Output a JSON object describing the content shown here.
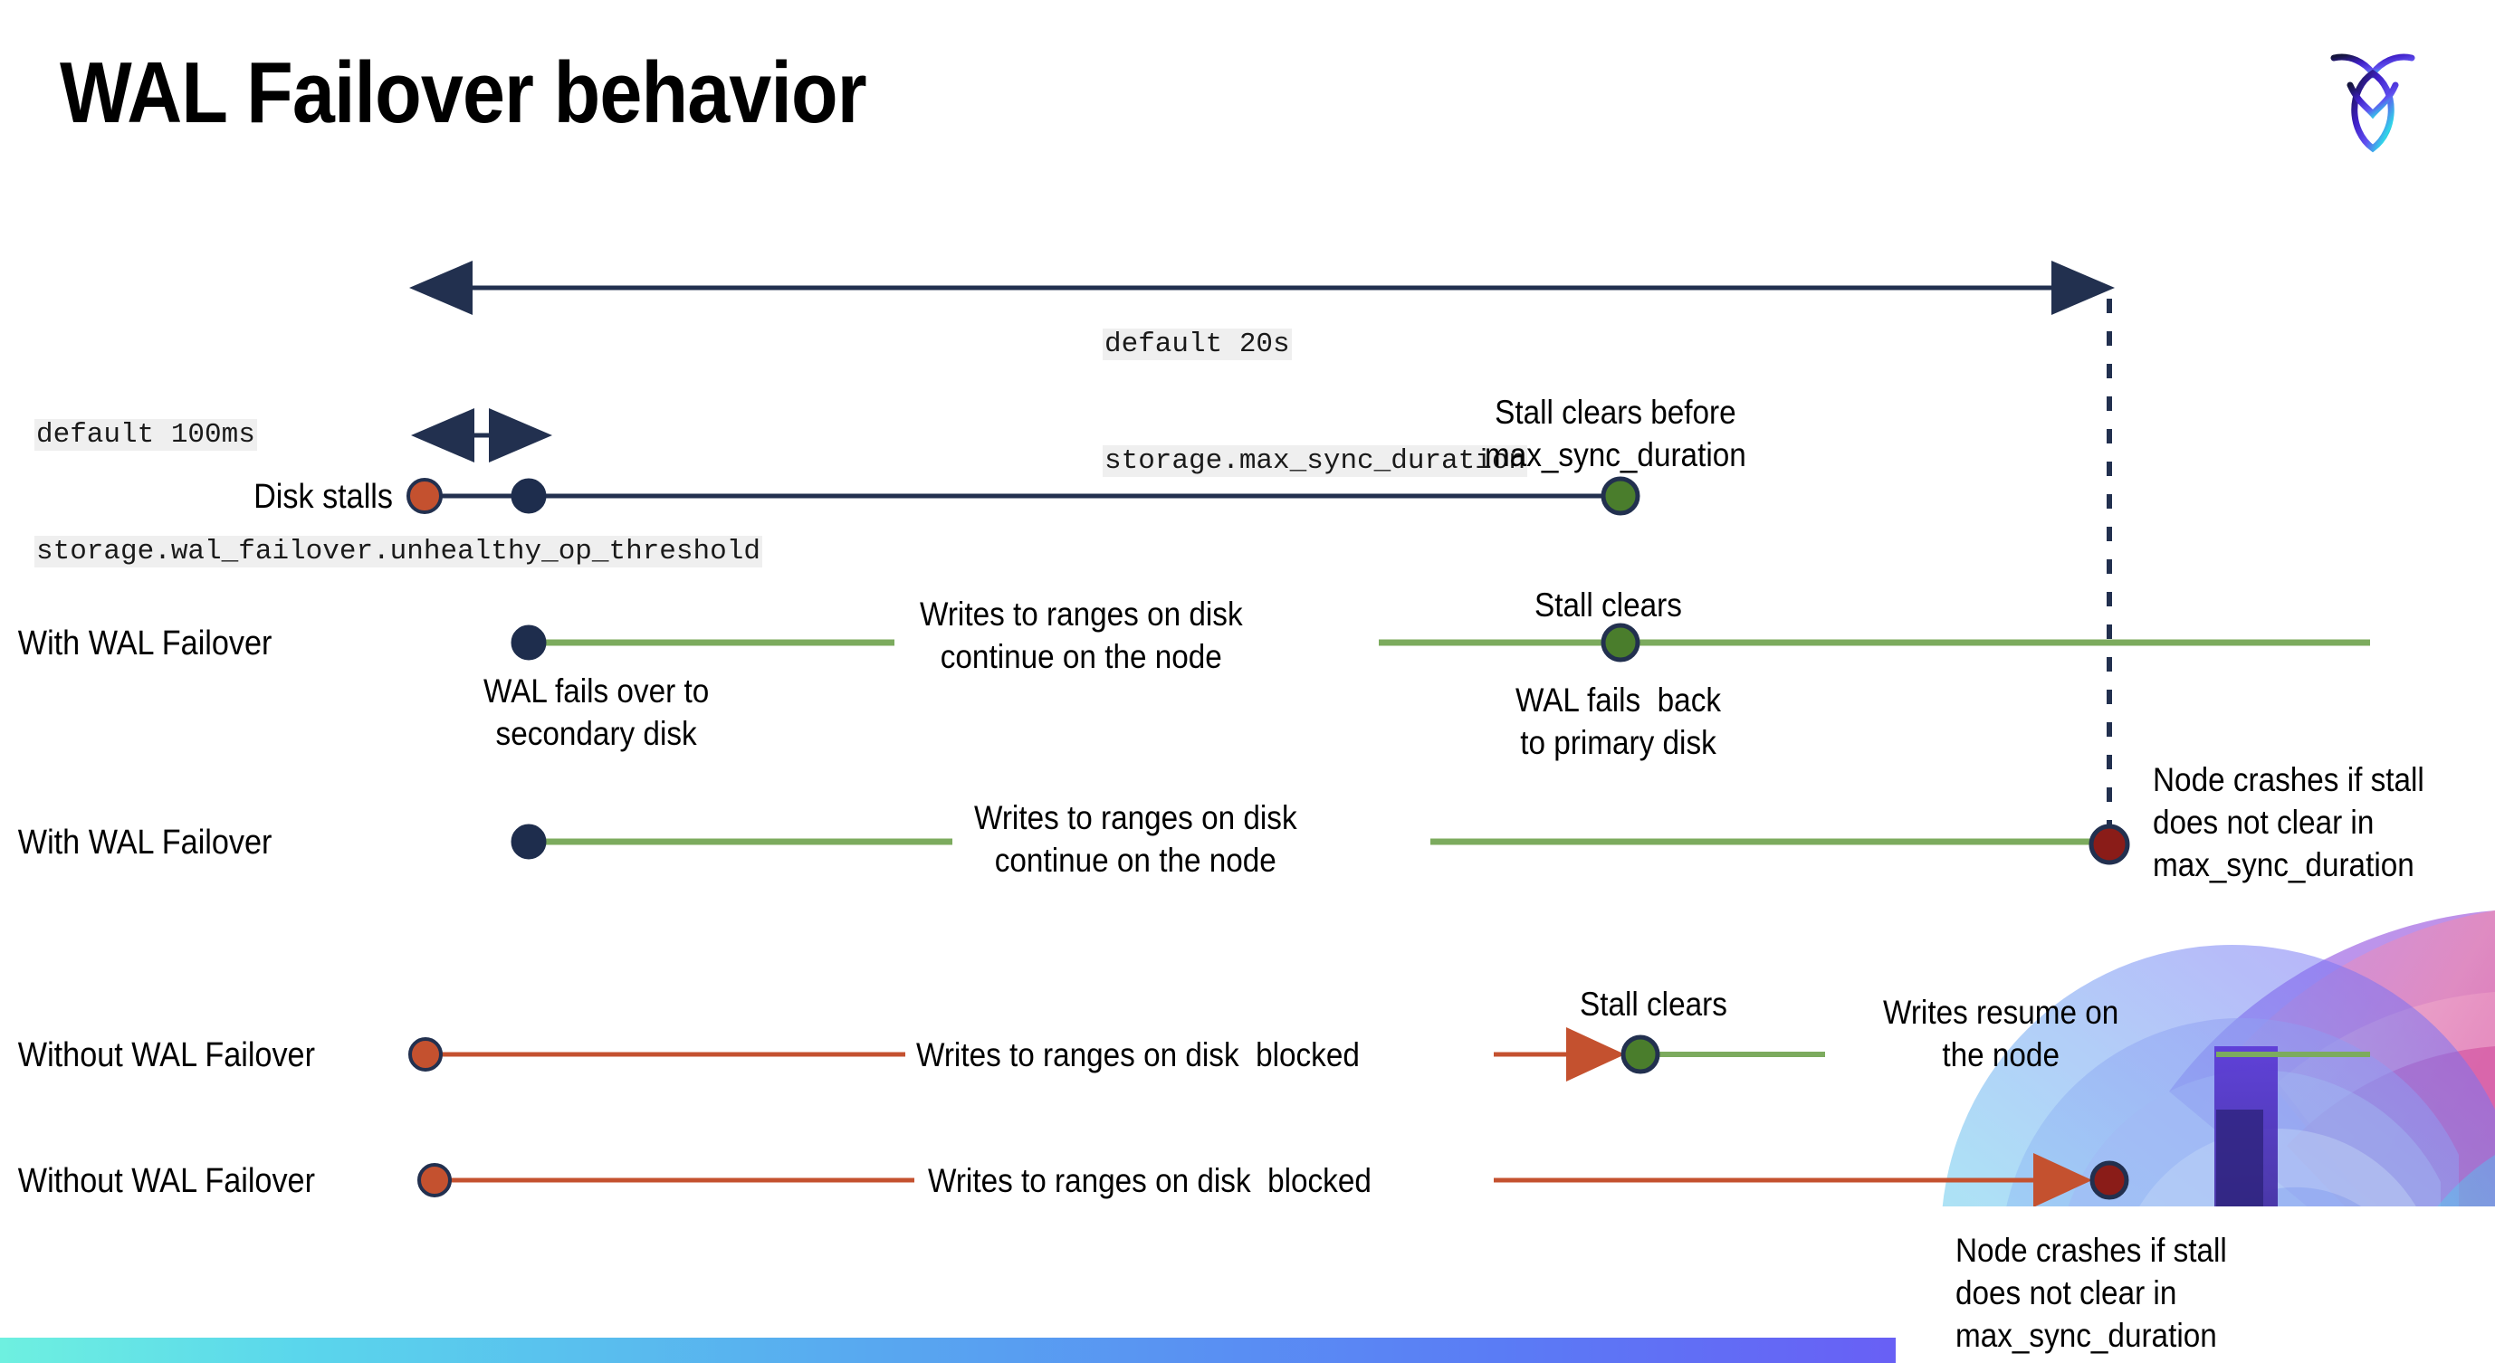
{
  "slide": {
    "title": "WAL Failover behavior",
    "logo_name": "cockroachdb-logo"
  },
  "settings": {
    "max_sync": {
      "default_label": "default 20s",
      "setting_label": "storage.max_sync_duration"
    },
    "unhealthy": {
      "default_label": "default 100ms",
      "setting_label": "storage.wal_failover.unhealthy_op_threshold"
    }
  },
  "rows": [
    {
      "label": "Disk stalls"
    },
    {
      "label": "With WAL Failover"
    },
    {
      "label": "With WAL Failover"
    },
    {
      "label": "Without WAL Failover"
    },
    {
      "label": "Without WAL Failover"
    }
  ],
  "annotations": {
    "stall_clears_before": "Stall clears before\nmax_sync_duration",
    "stall_clears": "Stall clears",
    "wal_fails_over": "WAL fails over to\nsecondary disk",
    "wal_fails_back": "WAL fails  back\nto primary disk",
    "writes_continue": "Writes to ranges on disk\ncontinue on the node",
    "writes_continue_2": "Writes to ranges on disk\ncontinue on the node",
    "node_crashes": "Node crashes if stall\ndoes not clear in\nmax_sync_duration",
    "node_crashes_2": "Node crashes if stall\ndoes not clear in\nmax_sync_duration",
    "writes_blocked": "Writes to ranges on disk  blocked",
    "writes_blocked_2": "Writes to ranges on disk  blocked",
    "stall_clears_2": "Stall clears",
    "writes_resume": "Writes resume on\nthe node"
  },
  "colors": {
    "navy": "#22304f",
    "orange": "#c4512f",
    "green_dot": "#4a7d2c",
    "green_line": "#7cab5e",
    "dark_red": "#8a1c18",
    "code_bg": "#efefef",
    "strip_start": "#6ef0e0",
    "strip_end": "#7b4df2"
  }
}
